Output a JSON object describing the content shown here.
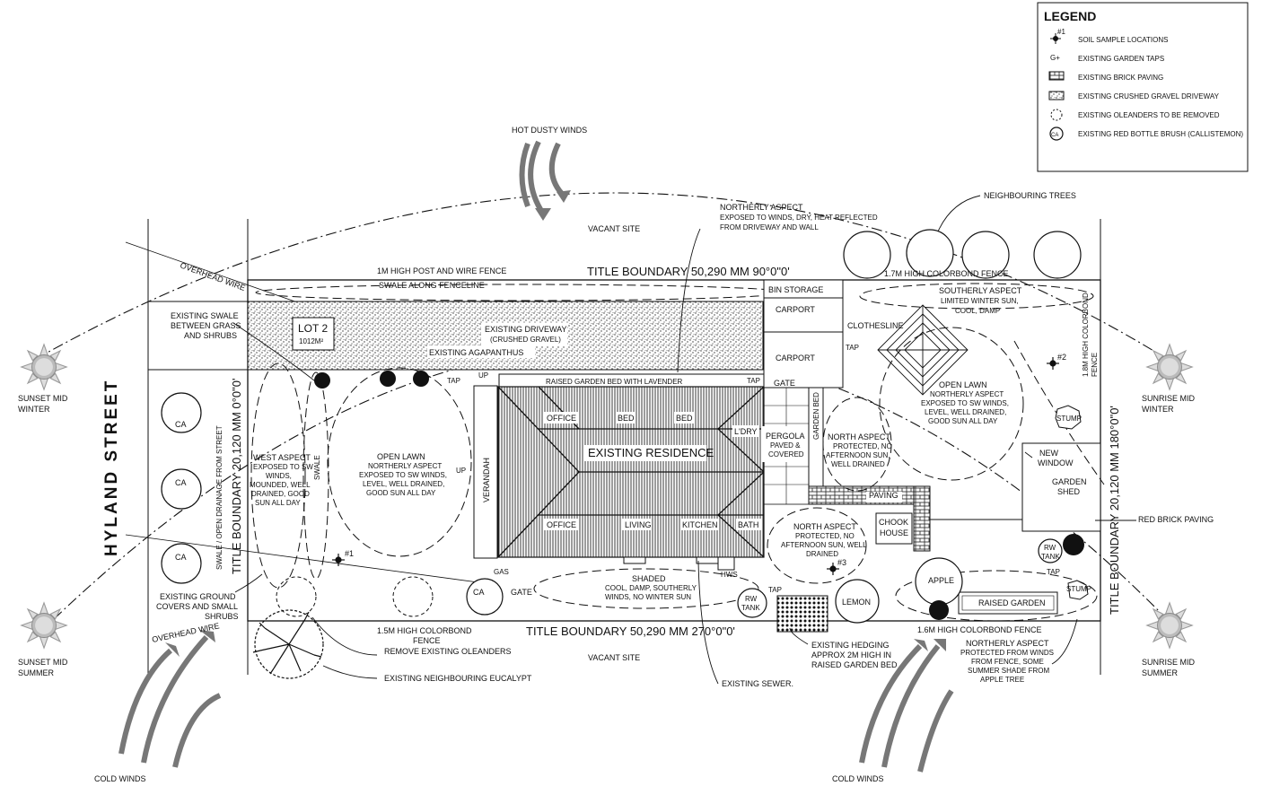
{
  "street": "HYLAND STREET",
  "legend": {
    "title": "LEGEND",
    "items": [
      {
        "icon": "soil-sample-icon",
        "label": "SOIL SAMPLE LOCATIONS",
        "tag": "#1"
      },
      {
        "icon": "garden-tap-icon",
        "label": "EXISTING GARDEN TAPS",
        "tag": "G+"
      },
      {
        "icon": "brick-paving-icon",
        "label": "EXISTING BRICK PAVING",
        "tag": ""
      },
      {
        "icon": "gravel-icon",
        "label": "EXISTING CRUSHED GRAVEL DRIVEWAY",
        "tag": ""
      },
      {
        "icon": "oleander-icon",
        "label": "EXISTING OLEANDERS TO BE REMOVED",
        "tag": ""
      },
      {
        "icon": "bottle-brush-icon",
        "label": "EXISTING RED BOTTLE BRUSH (CALLISTEMON)",
        "tag": "CA"
      }
    ]
  },
  "winds": {
    "hot": "HOT DUSTY WINDS",
    "cold_left": "COLD WINDS",
    "cold_right": "COLD WINDS"
  },
  "sun": {
    "sunset_winter": [
      "SUNSET MID",
      "WINTER"
    ],
    "sunset_summer": [
      "SUNSET MID",
      "SUMMER"
    ],
    "sunrise_winter": [
      "SUNRISE MID",
      "WINTER"
    ],
    "sunrise_summer": [
      "SUNRISE MID",
      "SUMMER"
    ]
  },
  "boundaries": {
    "top": "TITLE BOUNDARY   50,290 MM   90°0\"0'",
    "bottom": "TITLE BOUNDARY   50,290 MM   270°0\"0'",
    "left": "TITLE BOUNDARY   20,120 MM   0°0\"0'",
    "right": "TITLE BOUNDARY   20,120 MM   180°0\"0'"
  },
  "labels": {
    "vacant_top": "VACANT SITE",
    "vacant_bottom": "VACANT SITE",
    "overhead_top": "OVERHEAD WIRE",
    "overhead_bottom": "OVERHEAD WIRE",
    "post_fence": "1M HIGH POST AND WIRE FENCE",
    "swale_fence": "SWALE ALONG FENCELINE",
    "colorbond_top": "1.7M HIGH COLORBOND FENCE",
    "colorbond_right": [
      "1.8M HIGH COLORBOND",
      "FENCE"
    ],
    "colorbond_bottom_left": [
      "1.5M HIGH COLORBOND",
      "FENCE"
    ],
    "colorbond_bottom_right": "1.6M HIGH COLORBOND FENCE",
    "neighbour_trees": "NEIGHBOURING TREES",
    "northerly_top": [
      "NORTHERLY ASPECT",
      "EXPOSED TO WINDS, DRY, HEAT REFLECTED",
      "FROM DRIVEWAY AND WALL"
    ],
    "existing_swale": [
      "EXISTING SWALE",
      "BETWEEN GRASS",
      "AND SHRUBS"
    ],
    "lot": [
      "LOT 2",
      "1012M²"
    ],
    "driveway": [
      "EXISTING DRIVEWAY",
      "(CRUSHED GRAVEL)"
    ],
    "agapanthus": "EXISTING AGAPANTHUS",
    "raised_bed": "RAISED GARDEN BED WITH LAVENDER",
    "residence": "EXISTING RESIDENCE",
    "verandah": "VERANDAH",
    "rooms": [
      "OFFICE",
      "BED",
      "BED",
      "L'DRY",
      "OFFICE",
      "LIVING",
      "KITCHEN",
      "BATH"
    ],
    "bin_storage": "BIN STORAGE",
    "carport1": "CARPORT",
    "carport2": "CARPORT",
    "clothesline": "CLOTHESLINE",
    "gate_top": "GATE",
    "gate_bottom": "GATE",
    "garden_bed": "GARDEN BED",
    "pergola": [
      "PERGOLA",
      "PAVED &",
      "COVERED"
    ],
    "southerly": [
      "SOUTHERLY ASPECT",
      "LIMITED WINTER SUN,",
      "COOL, DAMP"
    ],
    "open_lawn_right": [
      "OPEN LAWN",
      "NORTHERLY ASPECT",
      "EXPOSED TO SW WINDS,",
      "LEVEL, WELL DRAINED,",
      "GOOD SUN ALL DAY"
    ],
    "open_lawn_left": [
      "OPEN LAWN",
      "NORTHERLY ASPECT",
      "EXPOSED TO SW WINDS,",
      "LEVEL, WELL DRAINED,",
      "GOOD SUN ALL DAY"
    ],
    "north_aspect_top": [
      "NORTH ASPECT",
      "PROTECTED, NO",
      "AFTERNOON SUN,",
      "WELL DRAINED"
    ],
    "north_aspect_bottom": [
      "NORTH ASPECT",
      "PROTECTED, NO",
      "AFTERNOON SUN, WELL",
      "DRAINED"
    ],
    "west_aspect": [
      "WEST ASPECT",
      "EXPOSED TO SW",
      "WINDS,",
      "MOUNDED, WELL",
      "DRAINED, GOOD",
      "SUN ALL DAY"
    ],
    "swale_open": "SWALE / OPEN DRAINAGE FROM STREET",
    "swale": "SWALE",
    "ground_covers": [
      "EXISTING GROUND",
      "COVERS AND SMALL",
      "SHRUBS"
    ],
    "remove_oleanders": "REMOVE EXISTING OLEANDERS",
    "eucalypt": "EXISTING NEIGHBOURING EUCALYPT",
    "shaded": [
      "SHADED",
      "COOL, DAMP, SOUTHERLY",
      "WINDS, NO WINTER SUN"
    ],
    "sewer": "EXISTING SEWER.",
    "hedging": [
      "EXISTING HEDGING",
      "APPROX 2M HIGH IN",
      "RAISED GARDEN BED"
    ],
    "northerly_bottom": [
      "NORTHERLY ASPECT",
      "PROTECTED FROM WINDS",
      "FROM FENCE, SOME",
      "SUMMER SHADE FROM",
      "APPLE TREE"
    ],
    "red_brick": "RED BRICK PAVING",
    "new_window": [
      "NEW",
      "WINDOW"
    ],
    "garden_shed": [
      "GARDEN",
      "SHED"
    ],
    "paving": "PAVING",
    "chook": [
      "CHOOK",
      "HOUSE"
    ],
    "stump1": "STUMP",
    "stump2": "STUMP",
    "rw_tank1": [
      "RW",
      "TANK"
    ],
    "rw_tank2": [
      "RW",
      "TANK"
    ],
    "lemon": "LEMON",
    "apple": "APPLE",
    "raised_garden": "RAISED GARDEN",
    "tap": "TAP",
    "gas": "GAS",
    "hws": "HWS",
    "up": "UP",
    "ca": "CA",
    "sample1": "#1",
    "sample2": "#2",
    "sample3": "#3"
  }
}
